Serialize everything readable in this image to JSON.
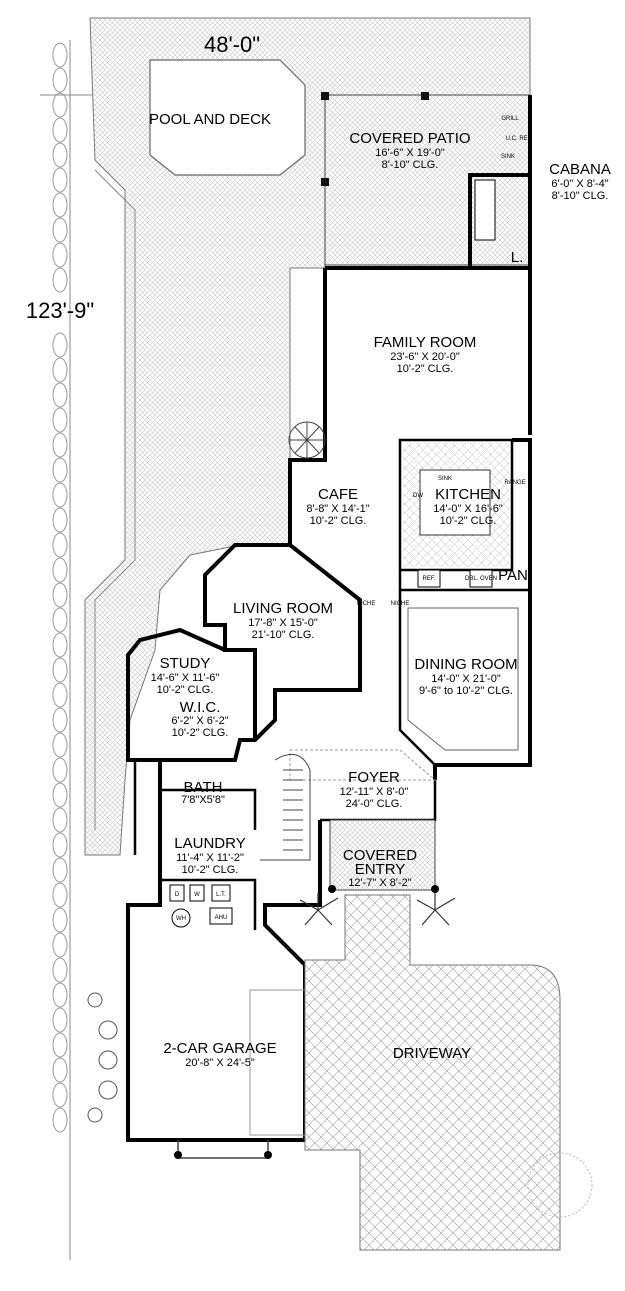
{
  "dimensions": {
    "width_total": "48'-0\"",
    "depth_total": "123'-9\""
  },
  "rooms": {
    "pool": {
      "name": "POOL AND DECK"
    },
    "covered_patio": {
      "name": "COVERED PATIO",
      "size": "16'-6\" X 19'-0\"",
      "clg": "8'-10\" CLG."
    },
    "cabana": {
      "name": "CABANA",
      "size": "6'-0\" X 8'-4\"",
      "clg": "8'-10\" CLG."
    },
    "family_room": {
      "name": "FAMILY ROOM",
      "size": "23'-6\" X 20'-0\"",
      "clg": "10'-2\" CLG."
    },
    "cafe": {
      "name": "CAFE",
      "size": "8'-8\" X 14'-1\"",
      "clg": "10'-2\" CLG."
    },
    "kitchen": {
      "name": "KITCHEN",
      "size": "14'-0\" X 16'-6\"",
      "clg": "10'-2\" CLG."
    },
    "living_room": {
      "name": "LIVING ROOM",
      "size": "17'-8\" X 15'-0\"",
      "clg": "21'-10\" CLG."
    },
    "study": {
      "name": "STUDY",
      "size": "14'-6\" X 11'-6\"",
      "clg": "10'-2\" CLG."
    },
    "wic": {
      "name": "W.I.C.",
      "size": "6'-2\" X 6'-2\"",
      "clg": "10'-2\" CLG."
    },
    "dining_room": {
      "name": "DINING ROOM",
      "size": "14'-0\" X 21'-0\"",
      "clg": "9'-6\" to 10'-2\" CLG."
    },
    "bath": {
      "name": "BATH",
      "size": "7'8\"X5'8\""
    },
    "foyer": {
      "name": "FOYER",
      "size": "12'-11\" X 8'-0\"",
      "clg": "24'-0\" CLG."
    },
    "laundry": {
      "name": "LAUNDRY",
      "size": "11'-4\" X 11'-2\"",
      "clg": "10'-2\" CLG."
    },
    "covered_entry": {
      "name1": "COVERED",
      "name2": "ENTRY",
      "size": "12'-7\" X 8'-2\""
    },
    "garage": {
      "name": "2-CAR GARAGE",
      "size": "20'-8\" X 24'-5\""
    },
    "driveway": {
      "name": "DRIVEWAY"
    },
    "pantry": {
      "name": "PAN"
    },
    "linen": {
      "name": "L."
    }
  },
  "fixtures": {
    "grill": "GRILL",
    "uc_ref": "U.C. REF.",
    "sink_patio": "SINK",
    "sink_kitchen": "SINK",
    "dw": "DW",
    "range": "RANGE",
    "ref": "REF.",
    "dbl_oven": "DBL. OVEN",
    "niche_left": "NICHE",
    "niche_right": "NICHE",
    "dryer": "D",
    "washer": "W",
    "laundry_tub": "L.T.",
    "water_heater": "WH",
    "ahu": "AHU"
  }
}
